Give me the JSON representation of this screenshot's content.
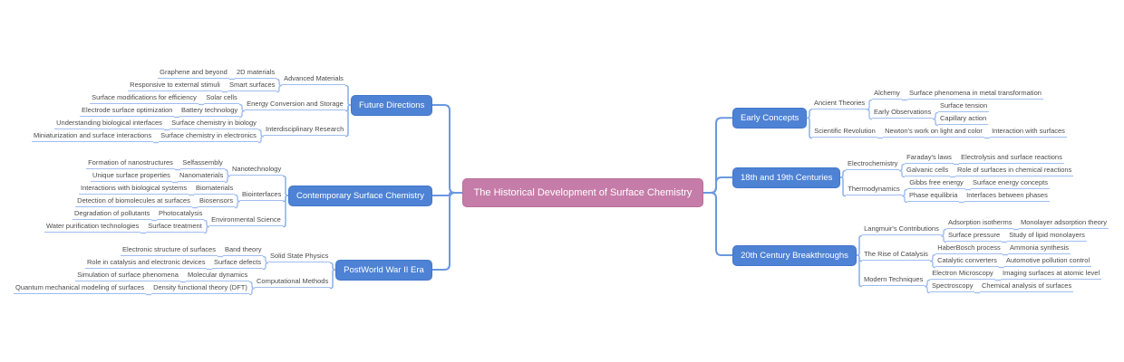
{
  "root": {
    "label": "The Historical Development of Surface Chemistry"
  },
  "colors": {
    "root_fill": "#c67ca8",
    "branch_fill": "#4e82d4",
    "trunk_link": "#6b98e0",
    "leaf_link": "#9fbdf0",
    "text": "#4a4a4a"
  },
  "left": [
    {
      "label": "Future Directions",
      "children": [
        {
          "label": "Advanced Materials",
          "children": [
            {
              "label": "2D materials",
              "children": [
                {
                  "label": "Graphene and beyond",
                  "children": []
                }
              ]
            },
            {
              "label": "Smart surfaces",
              "children": [
                {
                  "label": "Responsive to external stimuli",
                  "children": []
                }
              ]
            }
          ]
        },
        {
          "label": "Energy Conversion and Storage",
          "children": [
            {
              "label": "Solar cells",
              "children": [
                {
                  "label": "Surface modifications for efficiency",
                  "children": []
                }
              ]
            },
            {
              "label": "Battery technology",
              "children": [
                {
                  "label": "Electrode surface optimization",
                  "children": []
                }
              ]
            }
          ]
        },
        {
          "label": "Interdisciplinary Research",
          "children": [
            {
              "label": "Surface chemistry in biology",
              "children": [
                {
                  "label": "Understanding biological interfaces",
                  "children": []
                }
              ]
            },
            {
              "label": "Surface chemistry in electronics",
              "children": [
                {
                  "label": "Miniaturization and surface interactions",
                  "children": []
                }
              ]
            }
          ]
        }
      ]
    },
    {
      "label": "Contemporary Surface Chemistry",
      "children": [
        {
          "label": "Nanotechnology",
          "children": [
            {
              "label": "Selfassembly",
              "children": [
                {
                  "label": "Formation of nanostructures",
                  "children": []
                }
              ]
            },
            {
              "label": "Nanomaterials",
              "children": [
                {
                  "label": "Unique surface properties",
                  "children": []
                }
              ]
            }
          ]
        },
        {
          "label": "Biointerfaces",
          "children": [
            {
              "label": "Biomaterials",
              "children": [
                {
                  "label": "Interactions with biological systems",
                  "children": []
                }
              ]
            },
            {
              "label": "Biosensors",
              "children": [
                {
                  "label": "Detection of biomolecules at surfaces",
                  "children": []
                }
              ]
            }
          ]
        },
        {
          "label": "Environmental Science",
          "children": [
            {
              "label": "Photocatalysis",
              "children": [
                {
                  "label": "Degradation of pollutants",
                  "children": []
                }
              ]
            },
            {
              "label": "Surface treatment",
              "children": [
                {
                  "label": "Water purification technologies",
                  "children": []
                }
              ]
            }
          ]
        }
      ]
    },
    {
      "label": "PostWorld War II Era",
      "children": [
        {
          "label": "Solid State Physics",
          "children": [
            {
              "label": "Band theory",
              "children": [
                {
                  "label": "Electronic structure of surfaces",
                  "children": []
                }
              ]
            },
            {
              "label": "Surface defects",
              "children": [
                {
                  "label": "Role in catalysis and electronic devices",
                  "children": []
                }
              ]
            }
          ]
        },
        {
          "label": "Computational Methods",
          "children": [
            {
              "label": "Molecular dynamics",
              "children": [
                {
                  "label": "Simulation of surface phenomena",
                  "children": []
                }
              ]
            },
            {
              "label": "Density functional theory (DFT)",
              "children": [
                {
                  "label": "Quantum mechanical modeling of surfaces",
                  "children": []
                }
              ]
            }
          ]
        }
      ]
    }
  ],
  "right": [
    {
      "label": "Early Concepts",
      "children": [
        {
          "label": "Ancient Theories",
          "children": [
            {
              "label": "Alchemy",
              "children": [
                {
                  "label": "Surface phenomena in metal transformation",
                  "children": []
                }
              ]
            },
            {
              "label": "Early Observations",
              "children": [
                {
                  "label": "Surface tension",
                  "children": []
                },
                {
                  "label": "Capillary action",
                  "children": []
                }
              ]
            }
          ]
        },
        {
          "label": "Scientific Revolution",
          "children": [
            {
              "label": "Newton's work on light and color",
              "children": [
                {
                  "label": "Interaction with surfaces",
                  "children": []
                }
              ]
            }
          ]
        }
      ]
    },
    {
      "label": "18th and 19th Centuries",
      "children": [
        {
          "label": "Electrochemistry",
          "children": [
            {
              "label": "Faraday's laws",
              "children": [
                {
                  "label": "Electrolysis and surface reactions",
                  "children": []
                }
              ]
            },
            {
              "label": "Galvanic cells",
              "children": [
                {
                  "label": "Role of surfaces in chemical reactions",
                  "children": []
                }
              ]
            }
          ]
        },
        {
          "label": "Thermodynamics",
          "children": [
            {
              "label": "Gibbs free energy",
              "children": [
                {
                  "label": "Surface energy concepts",
                  "children": []
                }
              ]
            },
            {
              "label": "Phase equilibria",
              "children": [
                {
                  "label": "Interfaces between phases",
                  "children": []
                }
              ]
            }
          ]
        }
      ]
    },
    {
      "label": "20th Century Breakthroughs",
      "children": [
        {
          "label": "Langmuir's Contributions",
          "children": [
            {
              "label": "Adsorption isotherms",
              "children": [
                {
                  "label": "Monolayer adsorption theory",
                  "children": []
                }
              ]
            },
            {
              "label": "Surface pressure",
              "children": [
                {
                  "label": "Study of lipid monolayers",
                  "children": []
                }
              ]
            }
          ]
        },
        {
          "label": "The Rise of Catalysis",
          "children": [
            {
              "label": "HaberBosch process",
              "children": [
                {
                  "label": "Ammonia synthesis",
                  "children": []
                }
              ]
            },
            {
              "label": "Catalytic converters",
              "children": [
                {
                  "label": "Automotive pollution control",
                  "children": []
                }
              ]
            }
          ]
        },
        {
          "label": "Modern Techniques",
          "children": [
            {
              "label": "Electron Microscopy",
              "children": [
                {
                  "label": "Imaging surfaces at atomic level",
                  "children": []
                }
              ]
            },
            {
              "label": "Spectroscopy",
              "children": [
                {
                  "label": "Chemical analysis of surfaces",
                  "children": []
                }
              ]
            }
          ]
        }
      ]
    }
  ]
}
